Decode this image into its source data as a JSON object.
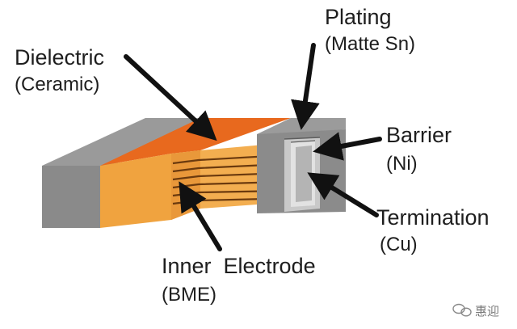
{
  "labels": {
    "dielectric": {
      "name": "Dielectric",
      "detail": "(Ceramic)"
    },
    "plating": {
      "name": "Plating",
      "detail": "(Matte Sn)"
    },
    "barrier": {
      "name": "Barrier",
      "detail": "(Ni)"
    },
    "termination": {
      "name": "Termination",
      "detail": "(Cu)"
    },
    "inner_electrode": {
      "name": "Inner  Electrode",
      "detail": "(BME)"
    }
  },
  "watermark": {
    "text": "惠迎",
    "icon": "chat-bubble-icon"
  },
  "colors": {
    "ceramic_orange": "#f0a33f",
    "ceramic_dark": "#e8691e",
    "termination_grey": "#8a8a8a",
    "termination_light": "#bdbdbd",
    "arrow": "#111111"
  }
}
